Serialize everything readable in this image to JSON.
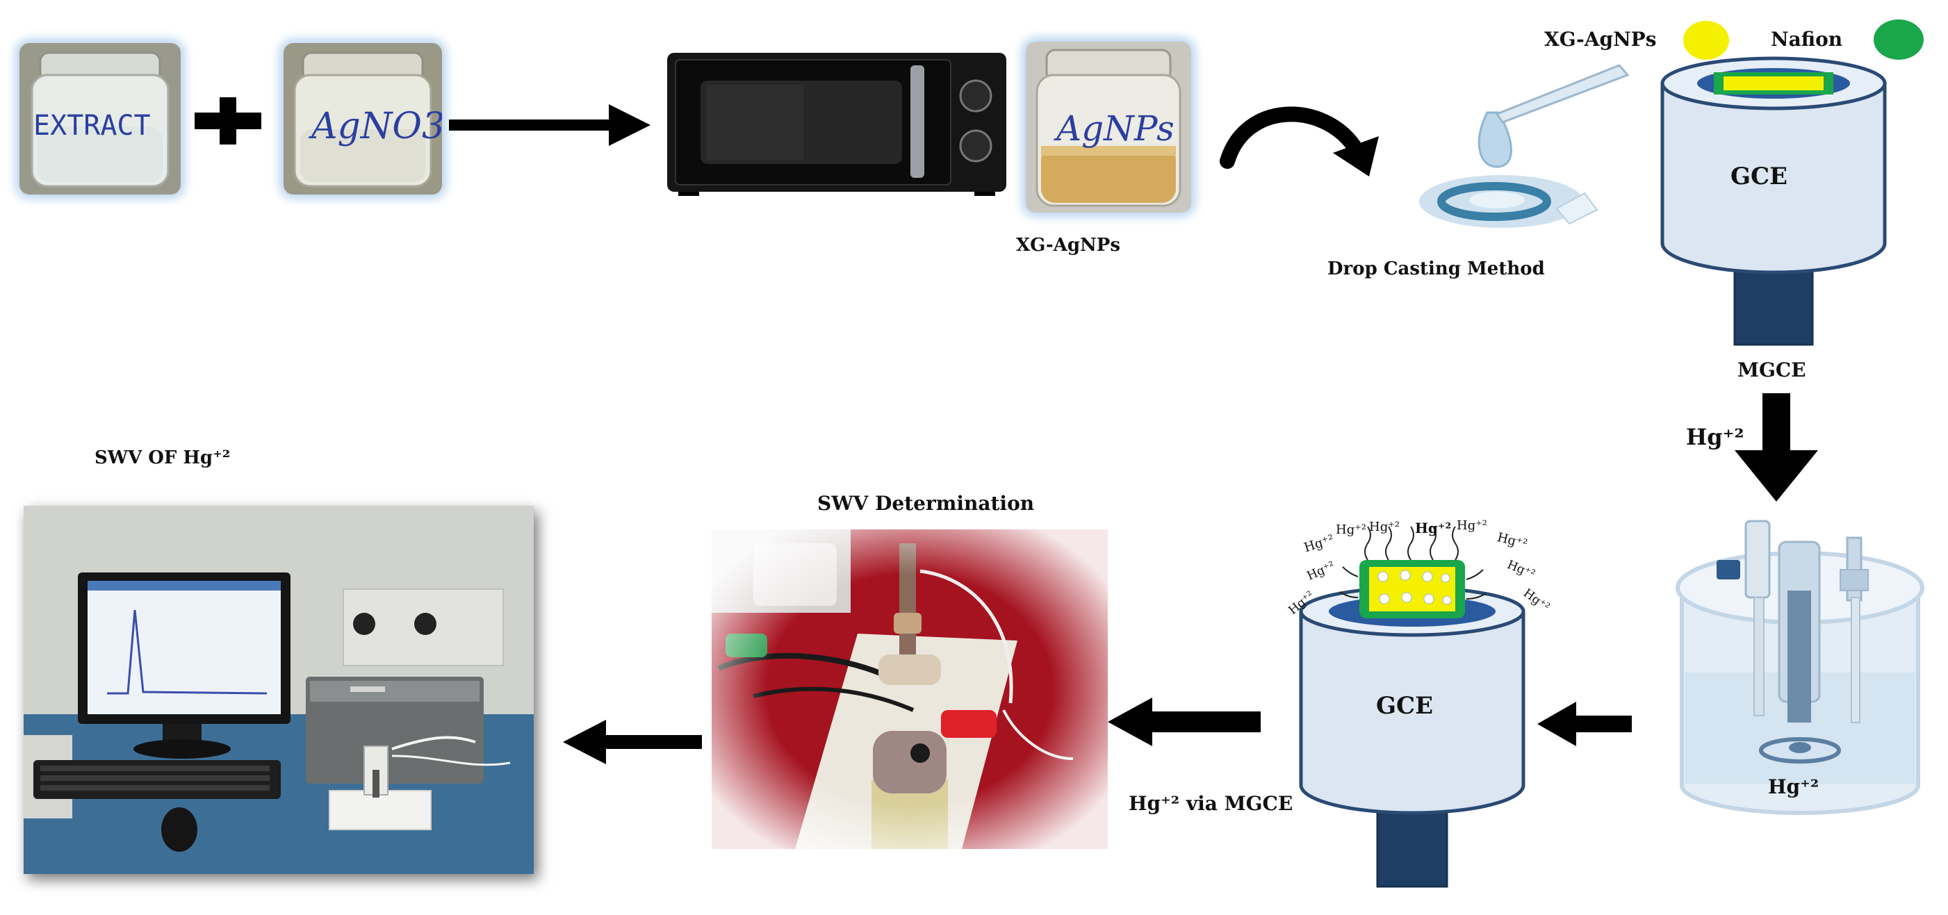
{
  "labels": {
    "jar_extract": "EXTRACT",
    "jar_agno3": "AgNO3",
    "jar_agnps": "AgNPs",
    "xg_agnps_caption": "XG-AgNPs",
    "drop_casting": "Drop Casting Method",
    "legend_xg": "XG-AgNPs",
    "legend_nafion": "Nafion",
    "gce_top": "GCE",
    "mgce": "MGCE",
    "hg_arrow": "Hg⁺²",
    "cell_hg": "Hg⁺²",
    "gce_bottom": "GCE",
    "hg_via_mgce": "Hg⁺² via MGCE",
    "swv_determination": "SWV Determination",
    "swv_of_hg": "SWV OF Hg⁺²",
    "hg_ion": "Hg⁺²"
  },
  "colors": {
    "legend_xg": "#f4f000",
    "legend_nafion": "#1aa64a",
    "electrode_body": "#dbe6f2",
    "electrode_outline": "#2a4a74",
    "electrode_rod": "#1f3e63",
    "arrow": "#000000"
  },
  "icons": [
    "plus-icon",
    "arrow-right-icon",
    "microwave-icon",
    "curved-arrow-icon",
    "pipette-icon",
    "arrow-down-icon",
    "arrow-left-icon"
  ]
}
